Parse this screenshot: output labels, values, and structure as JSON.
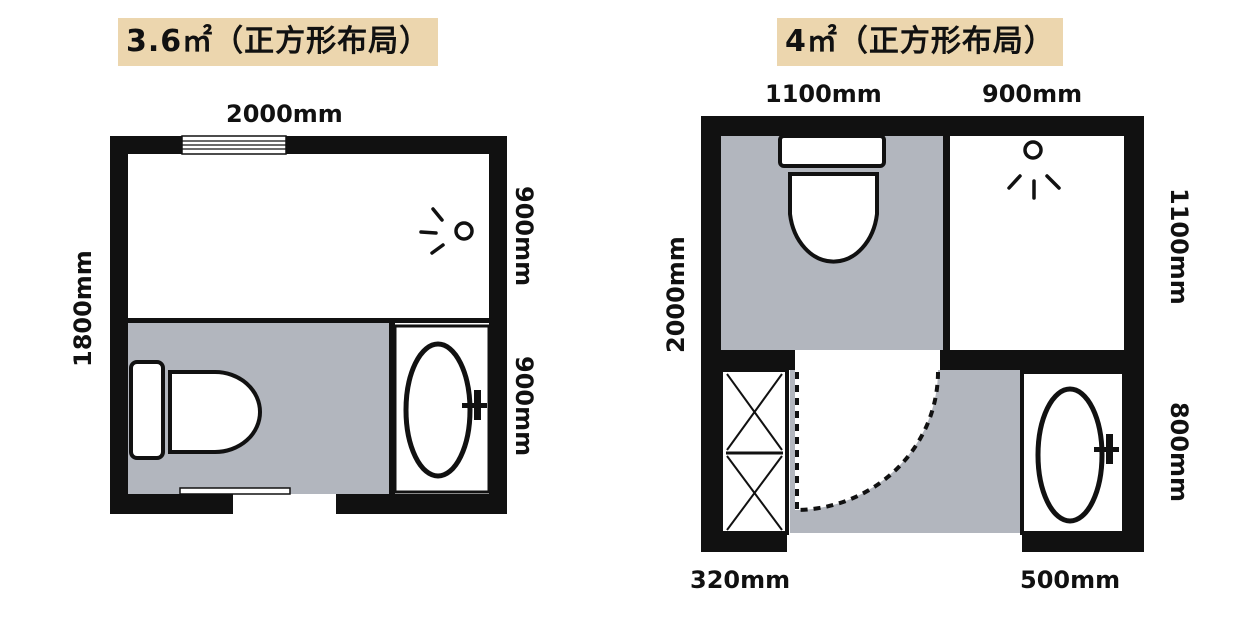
{
  "plans": [
    {
      "title": "3.6㎡（正方形布局）",
      "width": "2000mm",
      "height": "1800mm",
      "shower_zone": "900mm",
      "toilet_zone": "900mm"
    },
    {
      "title": "4㎡（正方形布局）",
      "toilet_width": "1100mm",
      "shower_width": "900mm",
      "height": "2000mm",
      "shower_depth": "1100mm",
      "sink_depth": "800mm",
      "cabinet_width": "320mm",
      "sink_width": "500mm"
    }
  ],
  "colors": {
    "wall": "#111111",
    "wet_floor": "#b2b6be",
    "title_bg": "#ecd6ae"
  },
  "icons": [
    "toilet-icon",
    "sink-icon",
    "shower-head-icon",
    "window-icon",
    "door-swing-icon",
    "storage-cabinet-icon"
  ]
}
